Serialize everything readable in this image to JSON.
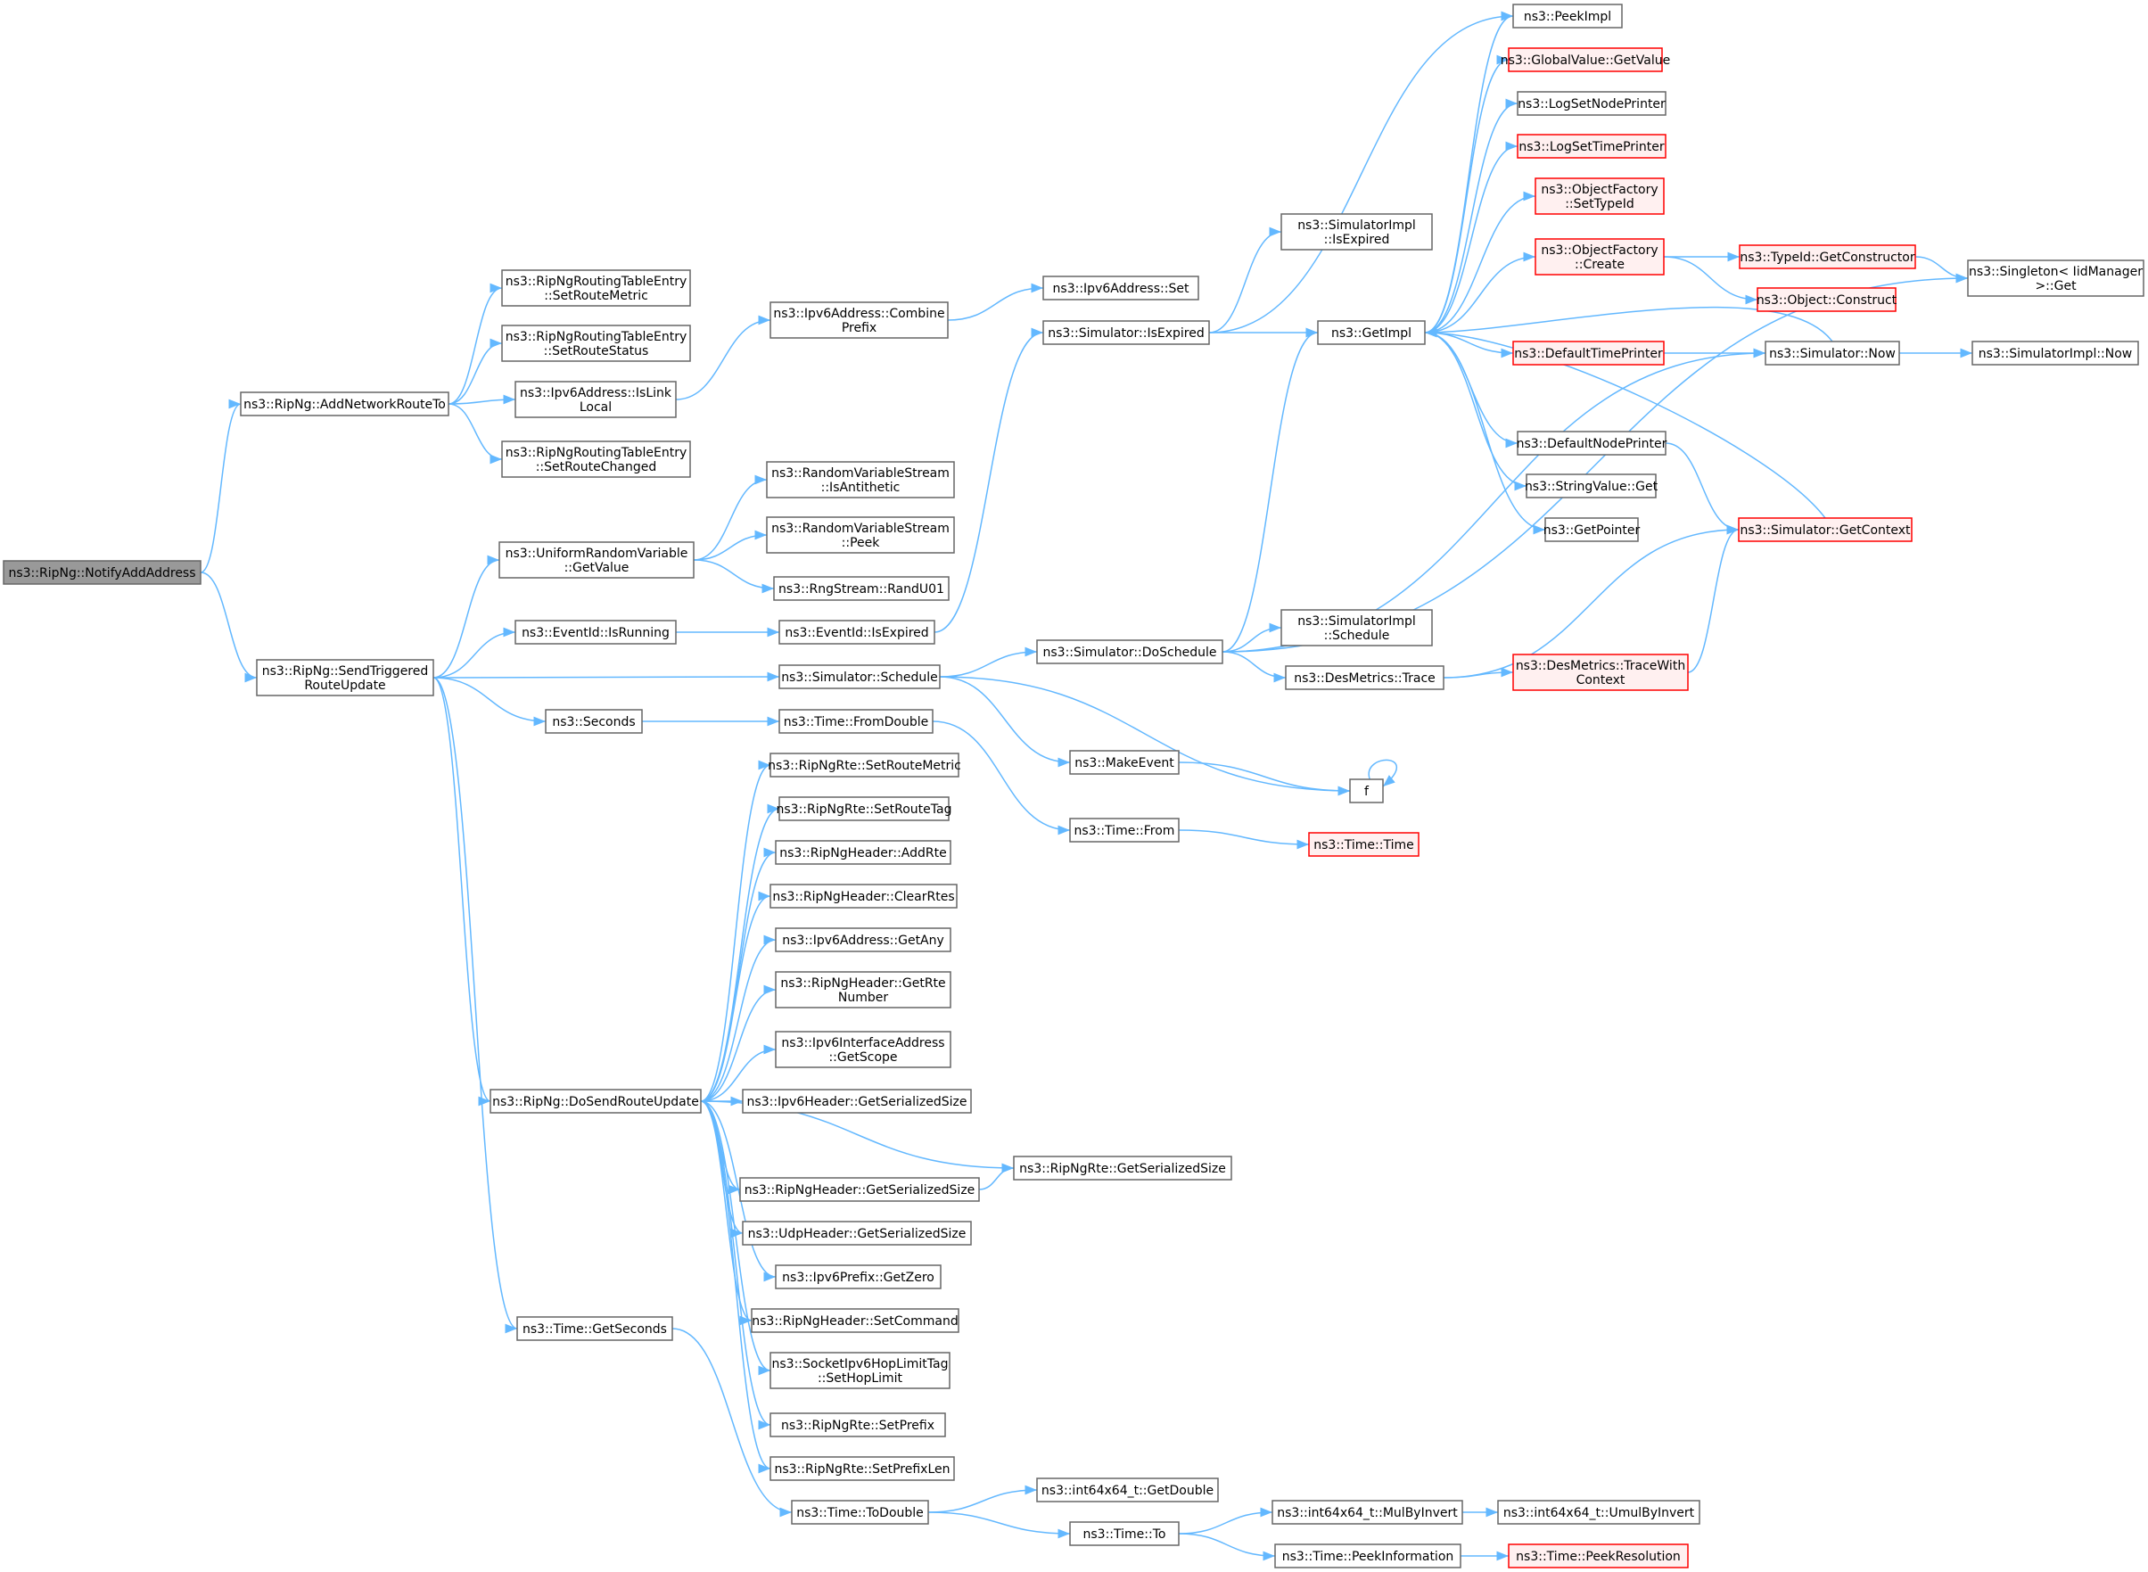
{
  "colors": {
    "edge": "#63b8ff",
    "node_border": "#666666",
    "node_fill": "#ffffff",
    "root_fill": "#999999",
    "root_border": "#666666",
    "truncated_border": "#ff0000",
    "truncated_fill": "#fff0f0",
    "text": "#000000"
  },
  "nodes": [
    {
      "id": "root",
      "lines": [
        "ns3::RipNg::NotifyAddAddress"
      ],
      "style": "root"
    },
    {
      "id": "addNet",
      "lines": [
        "ns3::RipNg::AddNetworkRouteTo"
      ]
    },
    {
      "id": "rteSetMetric",
      "lines": [
        "ns3::RipNgRoutingTableEntry",
        "::SetRouteMetric"
      ]
    },
    {
      "id": "rteSetStatus",
      "lines": [
        "ns3::RipNgRoutingTableEntry",
        "::SetRouteStatus"
      ]
    },
    {
      "id": "isLinkLocal",
      "lines": [
        "ns3::Ipv6Address::IsLink",
        "Local"
      ]
    },
    {
      "id": "rteSetChanged",
      "lines": [
        "ns3::RipNgRoutingTableEntry",
        "::SetRouteChanged"
      ]
    },
    {
      "id": "combinePrefix",
      "lines": [
        "ns3::Ipv6Address::Combine",
        "Prefix"
      ]
    },
    {
      "id": "ipv6Set",
      "lines": [
        "ns3::Ipv6Address::Set"
      ]
    },
    {
      "id": "simIsExpired",
      "lines": [
        "ns3::Simulator::IsExpired"
      ]
    },
    {
      "id": "simImplIsExpired",
      "lines": [
        "ns3::SimulatorImpl",
        "::IsExpired"
      ]
    },
    {
      "id": "getImpl",
      "lines": [
        "ns3::GetImpl"
      ]
    },
    {
      "id": "peekImpl",
      "lines": [
        "ns3::PeekImpl"
      ]
    },
    {
      "id": "globalGetValue",
      "lines": [
        "ns3::GlobalValue::GetValue"
      ],
      "style": "truncated"
    },
    {
      "id": "logSetNodePrinter",
      "lines": [
        "ns3::LogSetNodePrinter"
      ]
    },
    {
      "id": "logSetTimePrinter",
      "lines": [
        "ns3::LogSetTimePrinter"
      ],
      "style": "truncated"
    },
    {
      "id": "ofSetTypeId",
      "lines": [
        "ns3::ObjectFactory",
        "::SetTypeId"
      ],
      "style": "truncated"
    },
    {
      "id": "ofCreate",
      "lines": [
        "ns3::ObjectFactory",
        "::Create"
      ],
      "style": "truncated"
    },
    {
      "id": "typeIdGetCtor",
      "lines": [
        "ns3::TypeId::GetConstructor"
      ],
      "style": "truncated"
    },
    {
      "id": "objConstruct",
      "lines": [
        "ns3::Object::Construct"
      ],
      "style": "truncated"
    },
    {
      "id": "singletonGet",
      "lines": [
        "ns3::Singleton< IidManager",
        " >::Get"
      ]
    },
    {
      "id": "defaultTimePrinter",
      "lines": [
        "ns3::DefaultTimePrinter"
      ],
      "style": "truncated"
    },
    {
      "id": "simNow",
      "lines": [
        "ns3::Simulator::Now"
      ]
    },
    {
      "id": "simImplNow",
      "lines": [
        "ns3::SimulatorImpl::Now"
      ]
    },
    {
      "id": "defaultNodePrinter",
      "lines": [
        "ns3::DefaultNodePrinter"
      ]
    },
    {
      "id": "stringValueGet",
      "lines": [
        "ns3::StringValue::Get"
      ]
    },
    {
      "id": "getPointer",
      "lines": [
        "ns3::GetPointer"
      ]
    },
    {
      "id": "simGetContext",
      "lines": [
        "ns3::Simulator::GetContext"
      ],
      "style": "truncated"
    },
    {
      "id": "sendTriggered",
      "lines": [
        "ns3::RipNg::SendTriggered",
        "RouteUpdate"
      ]
    },
    {
      "id": "urvGetValue",
      "lines": [
        "ns3::UniformRandomVariable",
        "::GetValue"
      ]
    },
    {
      "id": "rvsIsAntithetic",
      "lines": [
        "ns3::RandomVariableStream",
        "::IsAntithetic"
      ]
    },
    {
      "id": "rvsPeek",
      "lines": [
        "ns3::RandomVariableStream",
        "::Peek"
      ]
    },
    {
      "id": "randU01",
      "lines": [
        "ns3::RngStream::RandU01"
      ]
    },
    {
      "id": "eventIsRunning",
      "lines": [
        "ns3::EventId::IsRunning"
      ]
    },
    {
      "id": "eventIsExpired",
      "lines": [
        "ns3::EventId::IsExpired"
      ]
    },
    {
      "id": "simSchedule",
      "lines": [
        "ns3::Simulator::Schedule"
      ]
    },
    {
      "id": "simDoSchedule",
      "lines": [
        "ns3::Simulator::DoSchedule"
      ]
    },
    {
      "id": "simImplSchedule",
      "lines": [
        "ns3::SimulatorImpl",
        "::Schedule"
      ]
    },
    {
      "id": "desTrace",
      "lines": [
        "ns3::DesMetrics::Trace"
      ]
    },
    {
      "id": "desTraceWithContext",
      "lines": [
        "ns3::DesMetrics::TraceWith",
        "Context"
      ],
      "style": "truncated"
    },
    {
      "id": "seconds",
      "lines": [
        "ns3::Seconds"
      ]
    },
    {
      "id": "timeFromDouble",
      "lines": [
        "ns3::Time::FromDouble"
      ]
    },
    {
      "id": "makeEvent",
      "lines": [
        "ns3::MakeEvent"
      ]
    },
    {
      "id": "f",
      "lines": [
        "f"
      ]
    },
    {
      "id": "timeFrom",
      "lines": [
        "ns3::Time::From"
      ]
    },
    {
      "id": "timeTime",
      "lines": [
        "ns3::Time::Time"
      ],
      "style": "truncated"
    },
    {
      "id": "rteSetRouteMetric",
      "lines": [
        "ns3::RipNgRte::SetRouteMetric"
      ]
    },
    {
      "id": "rteSetRouteTag",
      "lines": [
        "ns3::RipNgRte::SetRouteTag"
      ]
    },
    {
      "id": "hdrAddRte",
      "lines": [
        "ns3::RipNgHeader::AddRte"
      ]
    },
    {
      "id": "hdrClearRtes",
      "lines": [
        "ns3::RipNgHeader::ClearRtes"
      ]
    },
    {
      "id": "ipv6GetAny",
      "lines": [
        "ns3::Ipv6Address::GetAny"
      ]
    },
    {
      "id": "hdrGetRteNumber",
      "lines": [
        "ns3::RipNgHeader::GetRte",
        "Number"
      ]
    },
    {
      "id": "ifaceGetScope",
      "lines": [
        "ns3::Ipv6InterfaceAddress",
        "::GetScope"
      ]
    },
    {
      "id": "doSend",
      "lines": [
        "ns3::RipNg::DoSendRouteUpdate"
      ]
    },
    {
      "id": "ipv6HdrSize",
      "lines": [
        "ns3::Ipv6Header::GetSerializedSize"
      ]
    },
    {
      "id": "rteSerSize",
      "lines": [
        "ns3::RipNgRte::GetSerializedSize"
      ]
    },
    {
      "id": "hdrSerSize",
      "lines": [
        "ns3::RipNgHeader::GetSerializedSize"
      ]
    },
    {
      "id": "udpSerSize",
      "lines": [
        "ns3::UdpHeader::GetSerializedSize"
      ]
    },
    {
      "id": "prefixGetZero",
      "lines": [
        "ns3::Ipv6Prefix::GetZero"
      ]
    },
    {
      "id": "hdrSetCommand",
      "lines": [
        "ns3::RipNgHeader::SetCommand"
      ]
    },
    {
      "id": "hopLimit",
      "lines": [
        "ns3::SocketIpv6HopLimitTag",
        "::SetHopLimit"
      ]
    },
    {
      "id": "rteSetPrefix",
      "lines": [
        "ns3::RipNgRte::SetPrefix"
      ]
    },
    {
      "id": "rteSetPrefixLen",
      "lines": [
        "ns3::RipNgRte::SetPrefixLen"
      ]
    },
    {
      "id": "timeGetSeconds",
      "lines": [
        "ns3::Time::GetSeconds"
      ]
    },
    {
      "id": "timeToDouble",
      "lines": [
        "ns3::Time::ToDouble"
      ]
    },
    {
      "id": "i64GetDouble",
      "lines": [
        "ns3::int64x64_t::GetDouble"
      ]
    },
    {
      "id": "timeTo",
      "lines": [
        "ns3::Time::To"
      ]
    },
    {
      "id": "mulByInvert",
      "lines": [
        "ns3::int64x64_t::MulByInvert"
      ]
    },
    {
      "id": "umulByInvert",
      "lines": [
        "ns3::int64x64_t::UmulByInvert"
      ]
    },
    {
      "id": "peekInformation",
      "lines": [
        "ns3::Time::PeekInformation"
      ]
    },
    {
      "id": "peekResolution",
      "lines": [
        "ns3::Time::PeekResolution"
      ],
      "style": "truncated"
    }
  ],
  "edges": [
    [
      "root",
      "addNet"
    ],
    [
      "root",
      "sendTriggered"
    ],
    [
      "addNet",
      "rteSetMetric"
    ],
    [
      "addNet",
      "rteSetStatus"
    ],
    [
      "addNet",
      "isLinkLocal"
    ],
    [
      "addNet",
      "rteSetChanged"
    ],
    [
      "isLinkLocal",
      "combinePrefix"
    ],
    [
      "combinePrefix",
      "ipv6Set"
    ],
    [
      "simIsExpired",
      "simImplIsExpired"
    ],
    [
      "simIsExpired",
      "getImpl"
    ],
    [
      "simIsExpired",
      "peekImpl"
    ],
    [
      "getImpl",
      "peekImpl"
    ],
    [
      "getImpl",
      "globalGetValue"
    ],
    [
      "getImpl",
      "logSetNodePrinter"
    ],
    [
      "getImpl",
      "logSetTimePrinter"
    ],
    [
      "getImpl",
      "ofSetTypeId"
    ],
    [
      "getImpl",
      "ofCreate"
    ],
    [
      "getImpl",
      "defaultTimePrinter"
    ],
    [
      "getImpl",
      "defaultNodePrinter"
    ],
    [
      "getImpl",
      "stringValueGet"
    ],
    [
      "getImpl",
      "getPointer"
    ],
    [
      "ofCreate",
      "typeIdGetCtor"
    ],
    [
      "ofCreate",
      "objConstruct"
    ],
    [
      "typeIdGetCtor",
      "singletonGet"
    ],
    [
      "defaultTimePrinter",
      "simNow"
    ],
    [
      "simNow",
      "getImpl"
    ],
    [
      "simNow",
      "simImplNow"
    ],
    [
      "defaultNodePrinter",
      "simGetContext"
    ],
    [
      "simGetContext",
      "getImpl"
    ],
    [
      "sendTriggered",
      "urvGetValue"
    ],
    [
      "sendTriggered",
      "eventIsRunning"
    ],
    [
      "sendTriggered",
      "simSchedule"
    ],
    [
      "sendTriggered",
      "seconds"
    ],
    [
      "sendTriggered",
      "doSend"
    ],
    [
      "sendTriggered",
      "timeGetSeconds"
    ],
    [
      "urvGetValue",
      "rvsIsAntithetic"
    ],
    [
      "urvGetValue",
      "rvsPeek"
    ],
    [
      "urvGetValue",
      "randU01"
    ],
    [
      "eventIsRunning",
      "eventIsExpired"
    ],
    [
      "eventIsExpired",
      "simIsExpired"
    ],
    [
      "simSchedule",
      "simDoSchedule"
    ],
    [
      "simSchedule",
      "makeEvent"
    ],
    [
      "simSchedule",
      "f"
    ],
    [
      "simDoSchedule",
      "getImpl"
    ],
    [
      "simDoSchedule",
      "simNow"
    ],
    [
      "simDoSchedule",
      "simImplSchedule"
    ],
    [
      "simDoSchedule",
      "desTrace"
    ],
    [
      "simDoSchedule",
      "singletonGet"
    ],
    [
      "desTrace",
      "simGetContext"
    ],
    [
      "desTrace",
      "desTraceWithContext"
    ],
    [
      "desTraceWithContext",
      "simGetContext"
    ],
    [
      "seconds",
      "timeFromDouble"
    ],
    [
      "timeFromDouble",
      "timeFrom"
    ],
    [
      "timeFrom",
      "timeTime"
    ],
    [
      "makeEvent",
      "f"
    ],
    [
      "f",
      "f"
    ],
    [
      "doSend",
      "rteSetRouteMetric"
    ],
    [
      "doSend",
      "rteSetRouteTag"
    ],
    [
      "doSend",
      "hdrAddRte"
    ],
    [
      "doSend",
      "hdrClearRtes"
    ],
    [
      "doSend",
      "ipv6GetAny"
    ],
    [
      "doSend",
      "hdrGetRteNumber"
    ],
    [
      "doSend",
      "ifaceGetScope"
    ],
    [
      "doSend",
      "ipv6HdrSize"
    ],
    [
      "doSend",
      "rteSerSize"
    ],
    [
      "doSend",
      "hdrSerSize"
    ],
    [
      "doSend",
      "udpSerSize"
    ],
    [
      "doSend",
      "prefixGetZero"
    ],
    [
      "doSend",
      "hdrSetCommand"
    ],
    [
      "doSend",
      "hopLimit"
    ],
    [
      "doSend",
      "rteSetPrefix"
    ],
    [
      "doSend",
      "rteSetPrefixLen"
    ],
    [
      "hdrSerSize",
      "rteSerSize"
    ],
    [
      "timeGetSeconds",
      "timeToDouble"
    ],
    [
      "timeToDouble",
      "i64GetDouble"
    ],
    [
      "timeToDouble",
      "timeTo"
    ],
    [
      "timeTo",
      "mulByInvert"
    ],
    [
      "timeTo",
      "peekInformation"
    ],
    [
      "mulByInvert",
      "umulByInvert"
    ],
    [
      "peekInformation",
      "peekResolution"
    ]
  ]
}
